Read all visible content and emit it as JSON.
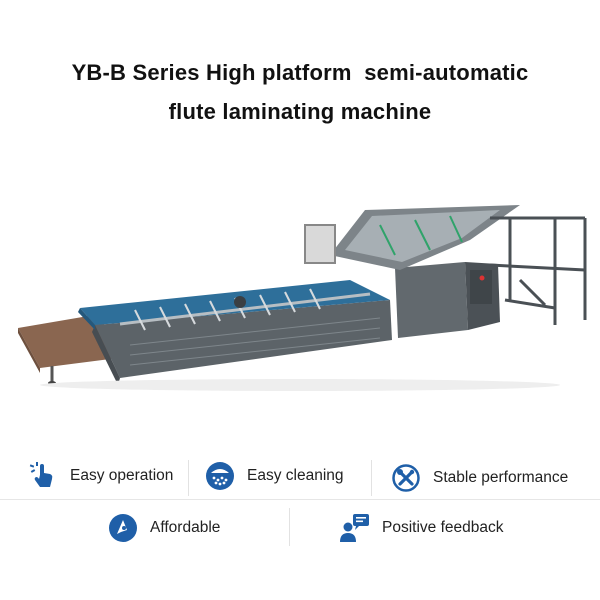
{
  "title": {
    "line1": "YB-B Series High platform  semi-automatic",
    "line2": "flute laminating machine"
  },
  "product_image": {
    "subject": "flute laminating machine"
  },
  "features": [
    {
      "label": "Easy operation",
      "icon": "hand-press-icon"
    },
    {
      "label": "Easy cleaning",
      "icon": "water-drops-icon"
    },
    {
      "label": "Stable performance",
      "icon": "wrench-screwdriver-icon"
    },
    {
      "label": "Affordable",
      "icon": "wallet-icon"
    },
    {
      "label": "Positive feedback",
      "icon": "feedback-person-icon"
    }
  ],
  "colors": {
    "icon_blue": "#1f5fa8",
    "machine_body": "#5c6368",
    "belt_blue": "#2e6f9a",
    "table_brown": "#8a6650"
  }
}
